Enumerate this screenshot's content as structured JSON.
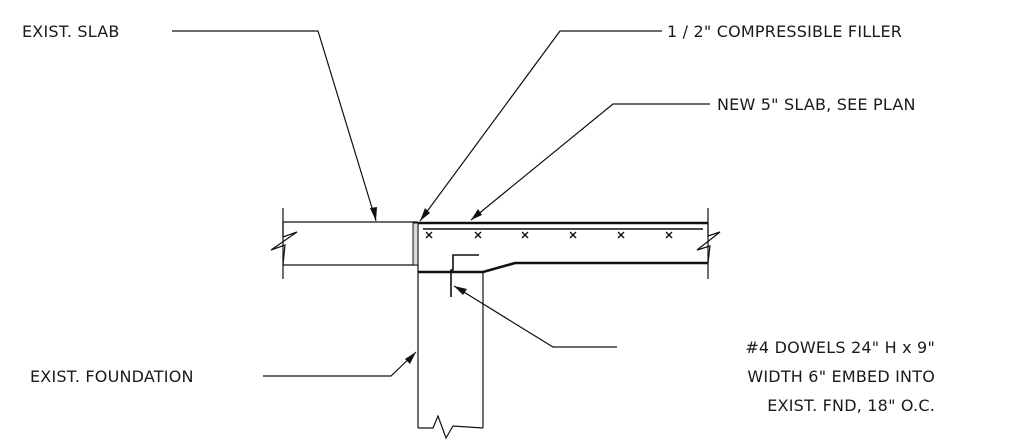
{
  "labels": {
    "exist_slab": "EXIST. SLAB",
    "filler": "1 / 2\" COMPRESSIBLE FILLER",
    "new_slab": "NEW 5\" SLAB, SEE PLAN",
    "dowels_line1": "#4 DOWELS 24\" H x 9\"",
    "dowels_line2": "WIDTH 6\" EMBED INTO",
    "dowels_line3": "EXIST. FND, 18\" O.C.",
    "exist_foundation": "EXIST. FOUNDATION"
  },
  "colors": {
    "line": "#111111",
    "text": "#1a1a1a",
    "filler": "#d9d9d9"
  }
}
